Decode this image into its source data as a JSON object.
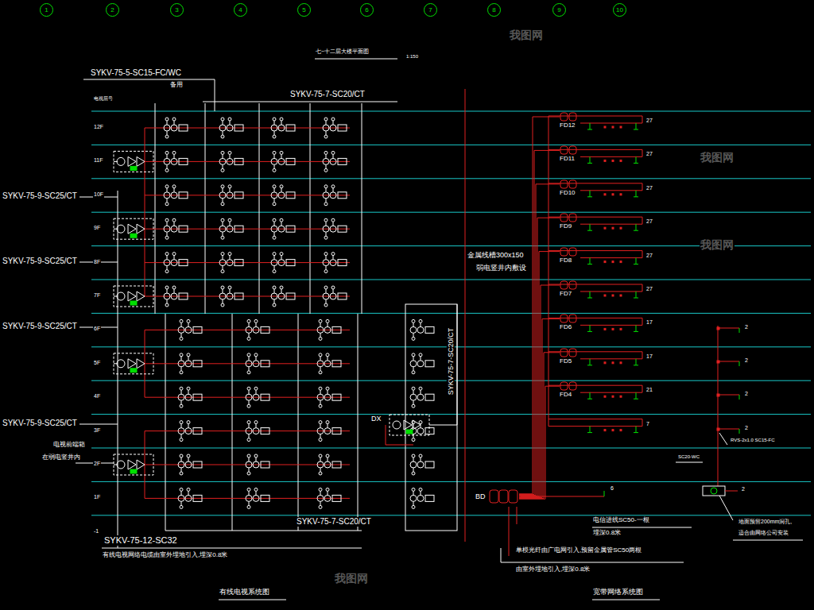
{
  "diagram": {
    "nodes": [
      {
        "text": [
          "1"
        ]
      },
      {
        "text": [
          "2"
        ]
      },
      {
        "text": [
          "3"
        ]
      },
      {
        "text": [
          "4"
        ]
      },
      {
        "text": [
          "5"
        ]
      },
      {
        "text": [
          "6"
        ]
      },
      {
        "text": [
          "7"
        ]
      },
      {
        "text": [
          "8"
        ]
      },
      {
        "text": [
          "9"
        ]
      },
      {
        "text": [
          "10"
        ]
      },
      {
        "text": [
          "FD12"
        ]
      },
      {
        "text": [
          "FD11"
        ]
      },
      {
        "text": [
          "FD10"
        ]
      },
      {
        "text": [
          "FD9"
        ]
      },
      {
        "text": [
          "FD8"
        ]
      },
      {
        "text": [
          "FD7"
        ]
      },
      {
        "text": [
          "FD6"
        ]
      },
      {
        "text": [
          "FD5"
        ]
      },
      {
        "text": [
          "FD4"
        ]
      },
      {
        "text": [
          "BD"
        ]
      }
    ],
    "edges": [
      {
        "from": 19,
        "to": 10,
        "arrow": "none"
      },
      {
        "from": 19,
        "to": 11,
        "arrow": "none"
      },
      {
        "from": 19,
        "to": 12,
        "arrow": "none"
      },
      {
        "from": 19,
        "to": 13,
        "arrow": "none"
      },
      {
        "from": 19,
        "to": 14,
        "arrow": "none"
      },
      {
        "from": 19,
        "to": 15,
        "arrow": "none"
      },
      {
        "from": 19,
        "to": 16,
        "arrow": "none"
      },
      {
        "from": 19,
        "to": 17,
        "arrow": "none"
      },
      {
        "from": 19,
        "to": 18,
        "arrow": "none"
      }
    ],
    "labels": [
      "七~十二层大楼平面图",
      "1:150",
      "SYKV-75-5-SC15-FC/WC",
      "备用",
      "SYKV-75-7-SC20/CT",
      "电视层号",
      "12F",
      "11F",
      "10F",
      "9F",
      "8F",
      "7F",
      "6F",
      "5F",
      "4F",
      "3F",
      "2F",
      "1F",
      "-1",
      "SYKV-75-9-SC25/CT",
      "SYKV-75-9-SC25/CT",
      "SYKV-75-9-SC25/CT",
      "SYKV-75-9-SC25/CT",
      "电视前端箱",
      "在弱电竖井内",
      "DX",
      "SYKV-75-7-SC20/CT",
      "SYKV-75-7-SC20/CT",
      "SYKV-75-12-SC32",
      "有线电视网络电缆由室外埋地引入,埋深0.8米",
      "有线电视系统图",
      "金属线槽300x150",
      "弱电竖井内敷设",
      "27",
      "27",
      "27",
      "27",
      "27",
      "27",
      "17",
      "17",
      "21",
      "7",
      "6",
      "2",
      "2",
      "2",
      "2",
      "2",
      "SC20-WC",
      "RVS-2x1.0 SC15-FC",
      "地面预留200mm洞孔,",
      "适合由网络公司安装",
      "电信进线SC50-一根",
      "埋深0.8米",
      "单模光纤由广电网引入,预留金属管SC50两根",
      "由室外埋地引入,埋深0.8米",
      "宽带网络系统图",
      "我图网",
      "我图网",
      "我图网",
      "我图网"
    ]
  }
}
